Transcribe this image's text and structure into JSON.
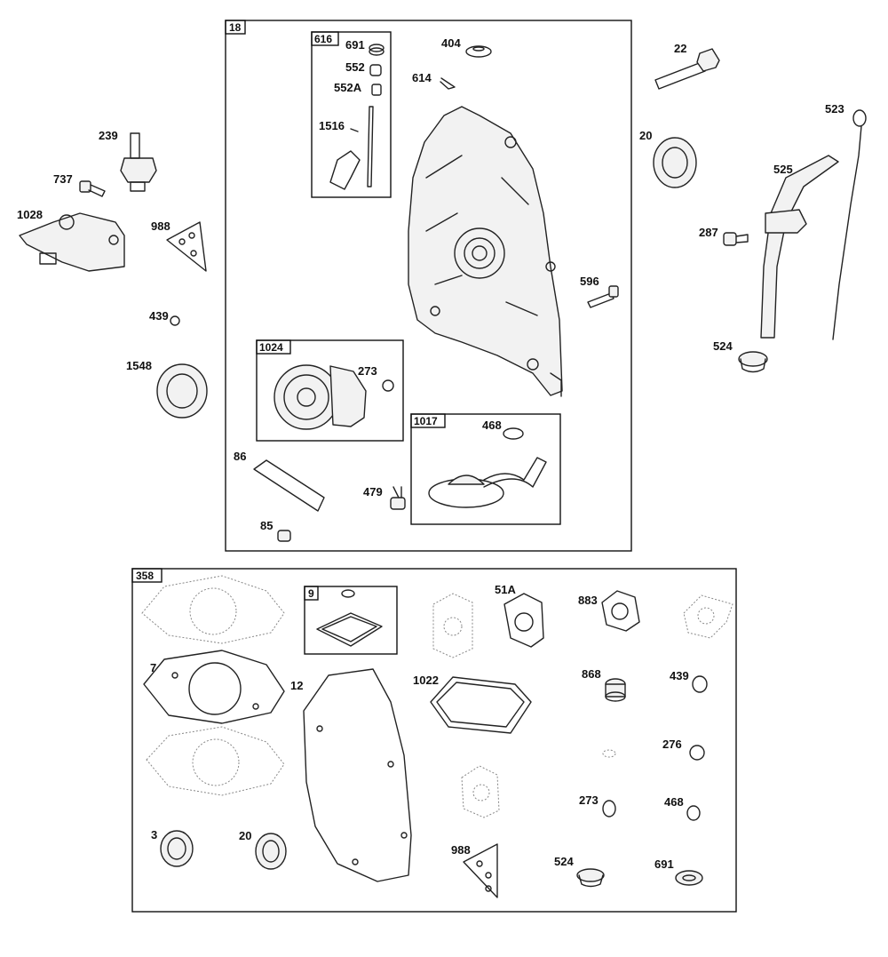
{
  "groups": [
    {
      "id": "g18",
      "label": "18"
    },
    {
      "id": "g616",
      "label": "616"
    },
    {
      "id": "g1024",
      "label": "1024"
    },
    {
      "id": "g1017",
      "label": "1017"
    },
    {
      "id": "g358",
      "label": "358"
    },
    {
      "id": "g9",
      "label": "9"
    }
  ],
  "parts": [
    {
      "id": "p691a",
      "label": "691"
    },
    {
      "id": "p552",
      "label": "552"
    },
    {
      "id": "p552A",
      "label": "552A"
    },
    {
      "id": "p1516",
      "label": "1516"
    },
    {
      "id": "p404",
      "label": "404"
    },
    {
      "id": "p614",
      "label": "614"
    },
    {
      "id": "p22",
      "label": "22"
    },
    {
      "id": "p523",
      "label": "523"
    },
    {
      "id": "p20a",
      "label": "20"
    },
    {
      "id": "p525",
      "label": "525"
    },
    {
      "id": "p287",
      "label": "287"
    },
    {
      "id": "p596",
      "label": "596"
    },
    {
      "id": "p524a",
      "label": "524"
    },
    {
      "id": "p239",
      "label": "239"
    },
    {
      "id": "p737",
      "label": "737"
    },
    {
      "id": "p1028",
      "label": "1028"
    },
    {
      "id": "p988a",
      "label": "988"
    },
    {
      "id": "p439a",
      "label": "439"
    },
    {
      "id": "p1548",
      "label": "1548"
    },
    {
      "id": "p273a",
      "label": "273"
    },
    {
      "id": "p468a",
      "label": "468"
    },
    {
      "id": "p86",
      "label": "86"
    },
    {
      "id": "p479",
      "label": "479"
    },
    {
      "id": "p85",
      "label": "85"
    },
    {
      "id": "p51A",
      "label": "51A"
    },
    {
      "id": "p883",
      "label": "883"
    },
    {
      "id": "p7",
      "label": "7"
    },
    {
      "id": "p12",
      "label": "12"
    },
    {
      "id": "p1022",
      "label": "1022"
    },
    {
      "id": "p868",
      "label": "868"
    },
    {
      "id": "p439b",
      "label": "439"
    },
    {
      "id": "p276",
      "label": "276"
    },
    {
      "id": "p273b",
      "label": "273"
    },
    {
      "id": "p468b",
      "label": "468"
    },
    {
      "id": "p3",
      "label": "3"
    },
    {
      "id": "p20b",
      "label": "20"
    },
    {
      "id": "p988b",
      "label": "988"
    },
    {
      "id": "p524b",
      "label": "524"
    },
    {
      "id": "p691b",
      "label": "691"
    }
  ]
}
